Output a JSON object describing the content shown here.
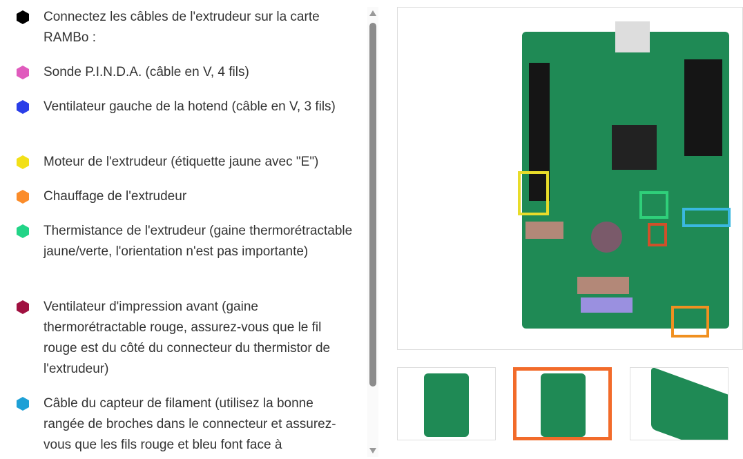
{
  "instructions": [
    {
      "color": "#000000",
      "text": "Connectez les câbles de l'extrudeur sur la carte RAMBo :"
    },
    {
      "color": "#e05bbd",
      "text": "Sonde P.I.N.D.A. (câble en V, 4 fils)"
    },
    {
      "color": "#2a3ee8",
      "text": "Ventilateur gauche de la hotend (câble en V, 3 fils)"
    },
    {
      "color": "#f2e018",
      "text": "Moteur de l'extrudeur (étiquette jaune avec \"E\")"
    },
    {
      "color": "#fb8c2a",
      "text": "Chauffage de l'extrudeur"
    },
    {
      "color": "#22d487",
      "text": "Thermistance de l'extrudeur (gaine thermorétractable jaune/verte, l'orientation n'est pas importante)"
    },
    {
      "color": "#a01040",
      "text": "Ventilateur d'impression avant (gaine thermorétractable rouge, assurez-vous que le fil rouge est du côté du connecteur du thermistor de l'extrudeur)"
    },
    {
      "color": "#1ea0d6",
      "text": "Câble du capteur de filament (utilisez la bonne rangée de broches dans le connecteur et assurez-vous que les fils rouge et bleu font face à"
    }
  ],
  "accent": "#f26b2a",
  "selected_thumbnail": 1
}
